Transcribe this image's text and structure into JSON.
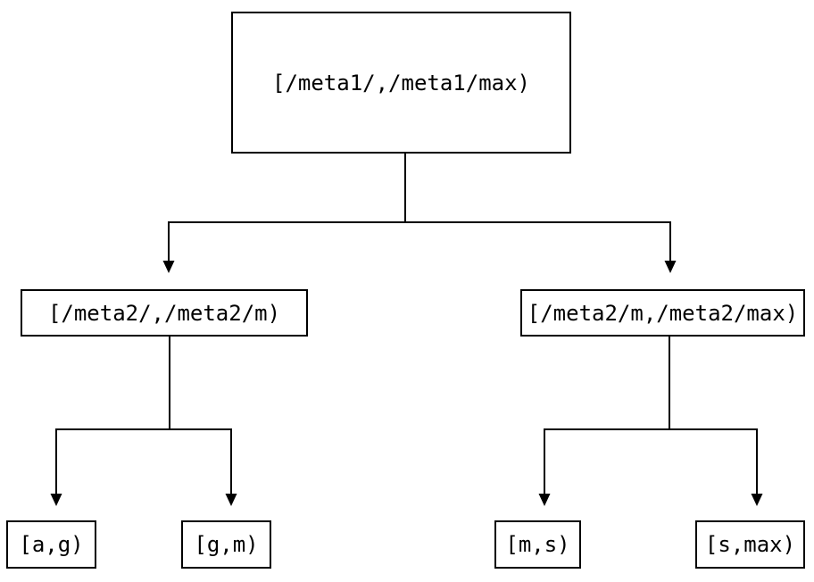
{
  "diagram": {
    "colors": {
      "background": "#ffffff",
      "line": "#000000",
      "text": "#000000"
    },
    "nodes": {
      "root": {
        "label": "[/meta1/,/meta1/max)"
      },
      "left_child": {
        "label": "[/meta2/,/meta2/m)"
      },
      "right_child": {
        "label": "[/meta2/m,/meta2/max)"
      },
      "leaf_a_g": {
        "label": "[a,g)"
      },
      "leaf_g_m": {
        "label": "[g,m)"
      },
      "leaf_m_s": {
        "label": "[m,s)"
      },
      "leaf_s_max": {
        "label": "[s,max)"
      }
    },
    "edges": [
      {
        "from": "root",
        "to": "left_child"
      },
      {
        "from": "root",
        "to": "right_child"
      },
      {
        "from": "left_child",
        "to": "leaf_a_g"
      },
      {
        "from": "left_child",
        "to": "leaf_g_m"
      },
      {
        "from": "right_child",
        "to": "leaf_m_s"
      },
      {
        "from": "right_child",
        "to": "leaf_s_max"
      }
    ]
  }
}
